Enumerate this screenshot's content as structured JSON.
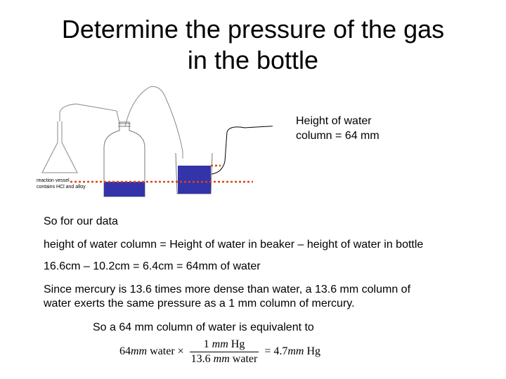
{
  "title": {
    "line1": "Determine the pressure of the gas",
    "line2": "in the bottle"
  },
  "diagram": {
    "vessel_label_line1": "reaction vessel",
    "vessel_label_line2": "contains HCl and alloy",
    "water_color": "#3333aa",
    "level_line_color": "#dd4411"
  },
  "callout": {
    "line1": "Height of water",
    "line2": "column = 64 mm"
  },
  "text": {
    "p1": "So for our data",
    "p2": "height of water column = Height of water in beaker – height of water in bottle",
    "p3": "16.6cm – 10.2cm = 6.4cm = 64mm of water",
    "p4_line1": "Since mercury is 13.6 times more dense than water, a 13.6 mm column of",
    "p4_line2": "water exerts the same pressure as a 1 mm column of mercury.",
    "p5": "So a 64 mm column of water is equivalent to"
  },
  "equation": {
    "lhs_value": "64",
    "lhs_unit": "mm",
    "lhs_word": " water",
    "times": "×",
    "num_value": "1 ",
    "num_unit": "mm",
    "num_word": " Hg",
    "den_value": "13.6 ",
    "den_unit": "mm",
    "den_word": " water",
    "equals": "= 4.7",
    "result_unit": "mm",
    "result_word": " Hg"
  }
}
